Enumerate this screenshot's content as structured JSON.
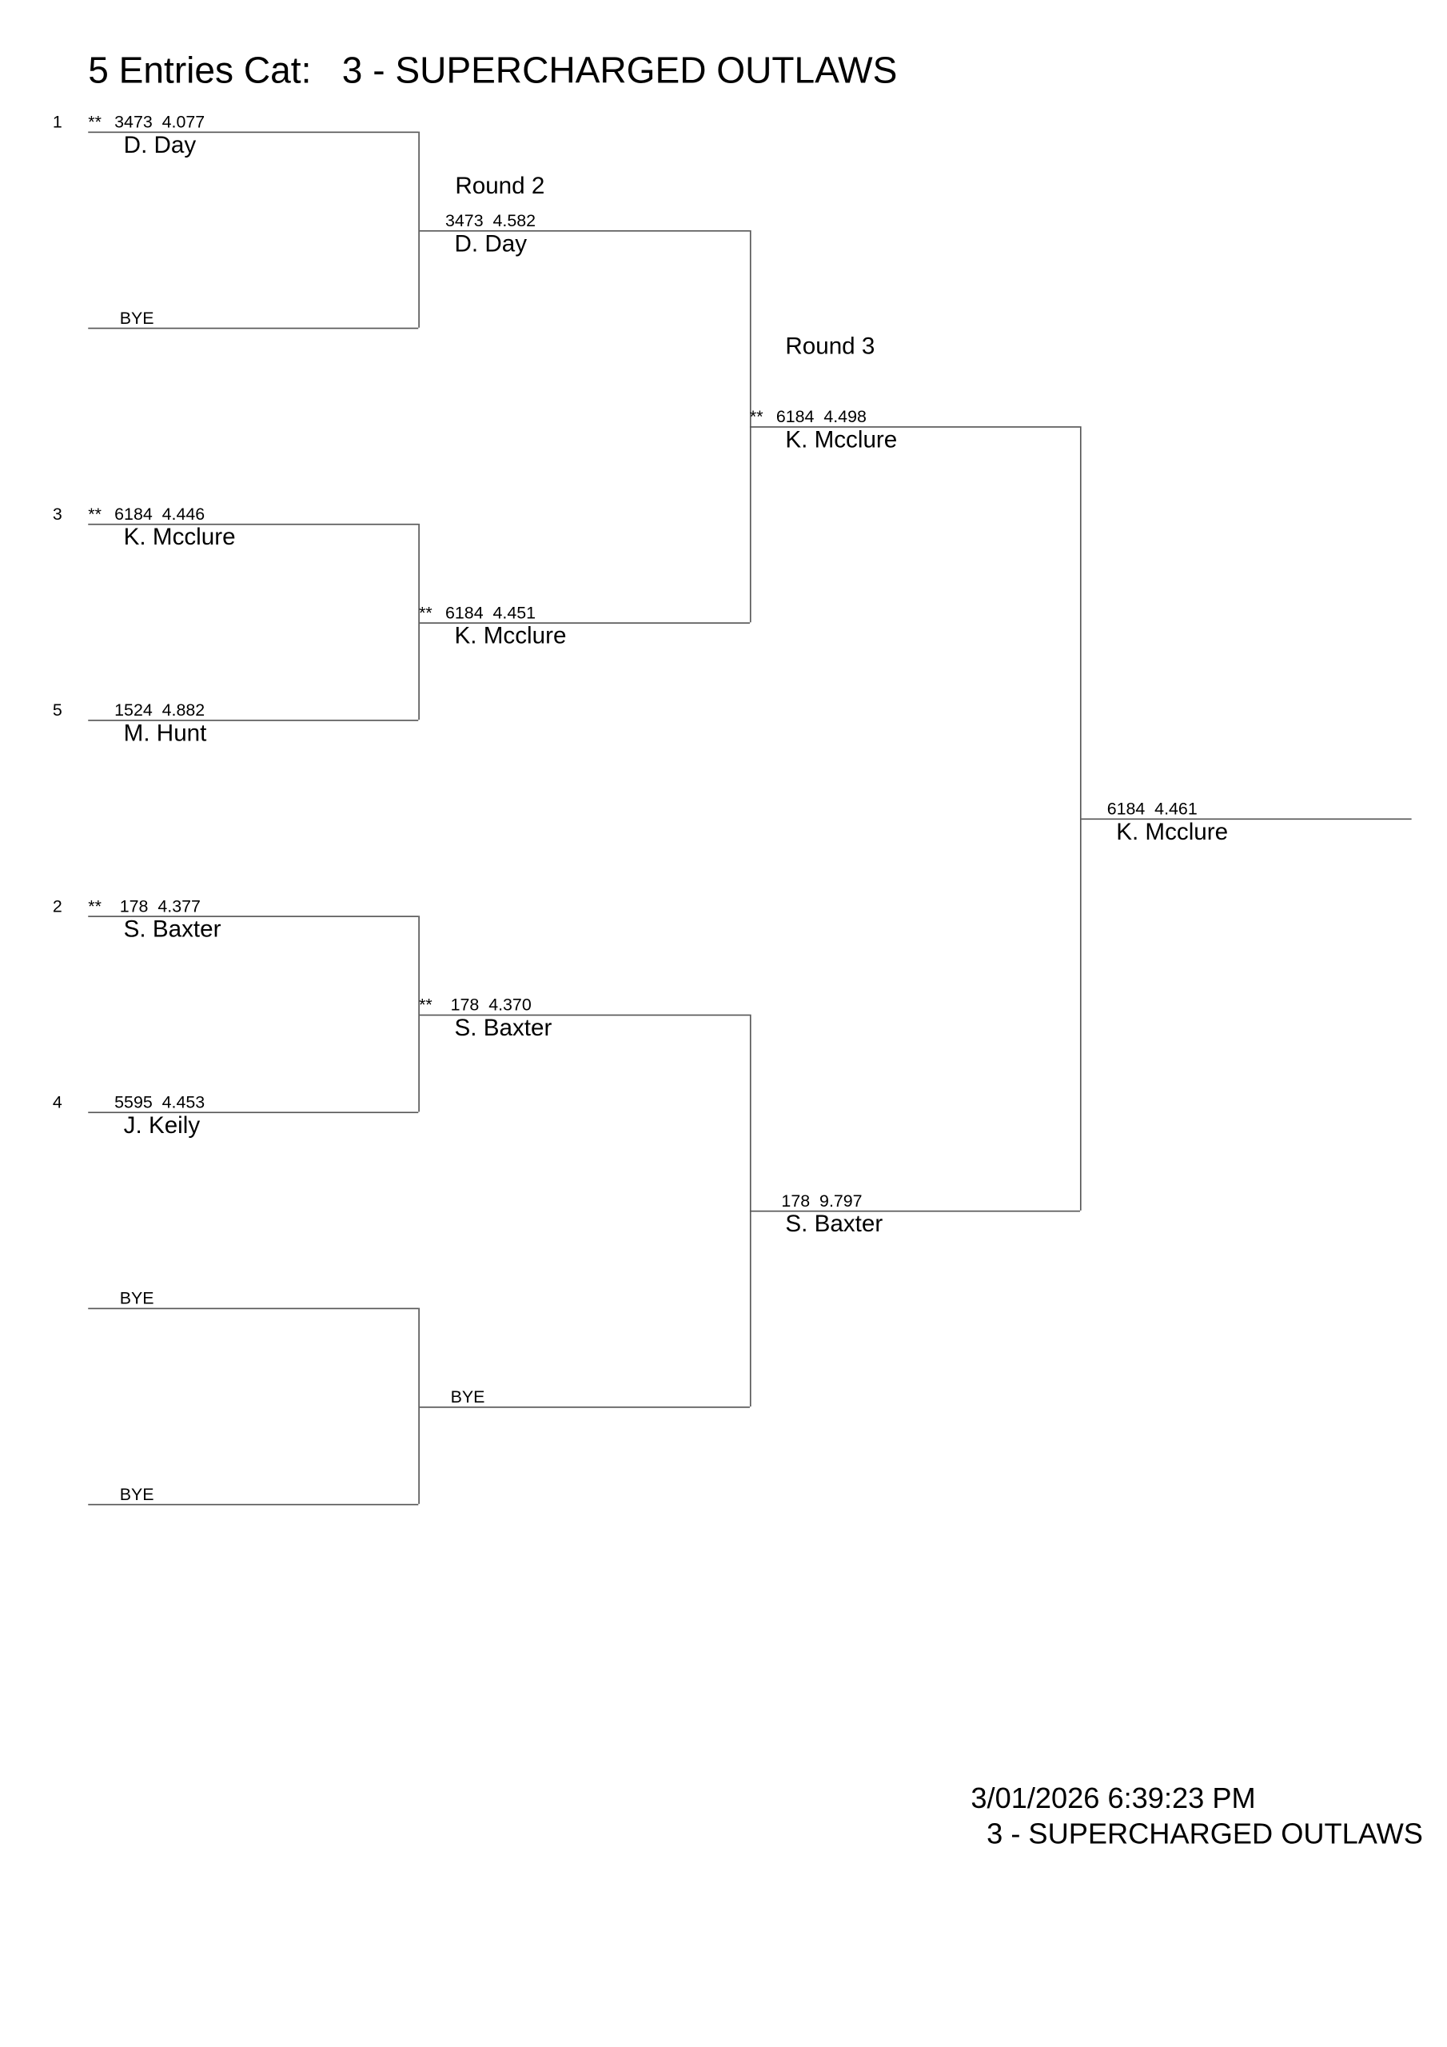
{
  "header": {
    "title": "5 Entries Cat:   3 - SUPERCHARGED OUTLAWS"
  },
  "round_labels": {
    "round2": "Round 2",
    "round3": "Round 3"
  },
  "rounds": [
    [
      {
        "seed": "1",
        "mark": "**",
        "car": "3473",
        "et": "4.077",
        "name": "D. Day"
      },
      {
        "bye": "BYE"
      },
      {
        "seed": "3",
        "mark": "**",
        "car": "6184",
        "et": "4.446",
        "name": "K. Mcclure"
      },
      {
        "seed": "5",
        "mark": "",
        "car": "1524",
        "et": "4.882",
        "name": "M. Hunt"
      },
      {
        "seed": "2",
        "mark": "**",
        "car": "178",
        "et": "4.377",
        "name": "S. Baxter"
      },
      {
        "seed": "4",
        "mark": "",
        "car": "5595",
        "et": "4.453",
        "name": "J. Keily"
      },
      {
        "bye": "BYE"
      },
      {
        "bye": "BYE"
      }
    ],
    [
      {
        "mark": "",
        "car": "3473",
        "et": "4.582",
        "name": "D. Day"
      },
      {
        "mark": "**",
        "car": "6184",
        "et": "4.451",
        "name": "K. Mcclure"
      },
      {
        "mark": "**",
        "car": "178",
        "et": "4.370",
        "name": "S. Baxter"
      },
      {
        "bye": "BYE"
      }
    ],
    [
      {
        "mark": "**",
        "car": "6184",
        "et": "4.498",
        "name": "K. Mcclure"
      },
      {
        "mark": "",
        "car": "178",
        "et": "9.797",
        "name": "S. Baxter"
      }
    ],
    [
      {
        "mark": "",
        "car": "6184",
        "et": "4.461",
        "name": "K. Mcclure"
      }
    ]
  ],
  "footer": {
    "timestamp": "3/01/2026 6:39:23 PM",
    "category": "3 - SUPERCHARGED OUTLAWS"
  }
}
